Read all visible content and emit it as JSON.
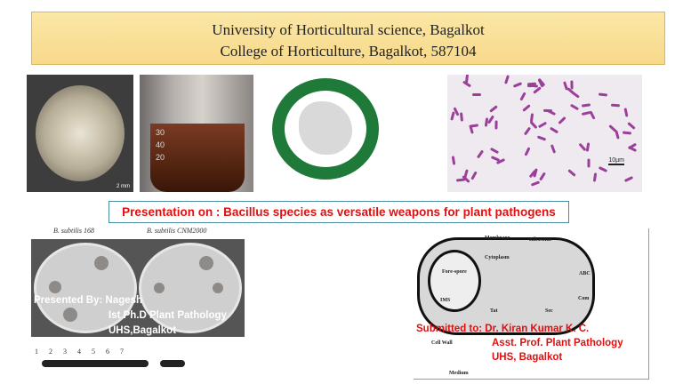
{
  "header": {
    "line1": "University of Horticultural science, Bagalkot",
    "line2": "College of Horticulture, Bagalkot, 587104"
  },
  "images": {
    "colony_scale": "2 mm",
    "beaker_marks": [
      "30",
      "40",
      "20"
    ],
    "micro_scale": "10µm",
    "plates": {
      "caption_left": "B. subtilis 168",
      "caption_right": "B. subtilis CNM2000",
      "lanes": "1 2 3 4 5 6 7"
    },
    "diagram_labels": {
      "membrane": "Membrane",
      "ribosome": "Ribosome",
      "cytoplasm": "Cytoplasm",
      "forespore": "Fore-spore",
      "ims": "IMS",
      "abc": "ABC",
      "com": "Com",
      "tat": "Tat",
      "sec": "Sec",
      "cell_wall": "Cell Wall",
      "medium": "Medium"
    }
  },
  "banner": "Presentation on : Bacillus species as versatile weapons for plant pathogens",
  "presented_by": {
    "line1": "Presented By: Nagesh",
    "line2": "Ist Ph.D Plant Pathology",
    "line3": "UHS,Bagalkot"
  },
  "submitted_to": {
    "line1": "Submitted to: Dr. Kiran Kumar K. C.",
    "line2": "Asst. Prof. Plant Pathology",
    "line3": "UHS, Bagalkot"
  },
  "colors": {
    "header_bg": "#f9e09a",
    "banner_text": "#e01010",
    "banner_border": "#4a8ca0",
    "logo_green": "#1f7a3a"
  }
}
